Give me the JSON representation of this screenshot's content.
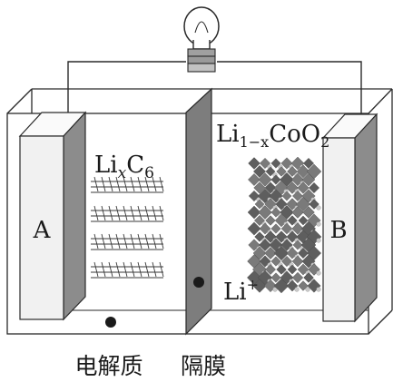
{
  "diagram": {
    "electrode_a": {
      "label": "A"
    },
    "electrode_b": {
      "label": "B"
    },
    "anode_material": {
      "base": "Li",
      "sub_x": "x",
      "mid": "C",
      "sub_6": "6"
    },
    "cathode_material": {
      "base": "Li",
      "sub": "1−x",
      "rest": "CoO",
      "sub_2": "2"
    },
    "ion_label": {
      "base": "Li",
      "sup": "+"
    },
    "callouts": {
      "electrolyte": "电解质",
      "separator": "隔膜"
    },
    "icons": [
      "light-bulb-icon"
    ],
    "colors": {
      "line": "#2a2a2a",
      "electrode_face": "#f1f1f1",
      "electrode_side": "#8c8c8c",
      "separator": "#7d7d7d",
      "crystal_dark": "#5e5e5e",
      "crystal_light": "#c9c9c9"
    }
  }
}
